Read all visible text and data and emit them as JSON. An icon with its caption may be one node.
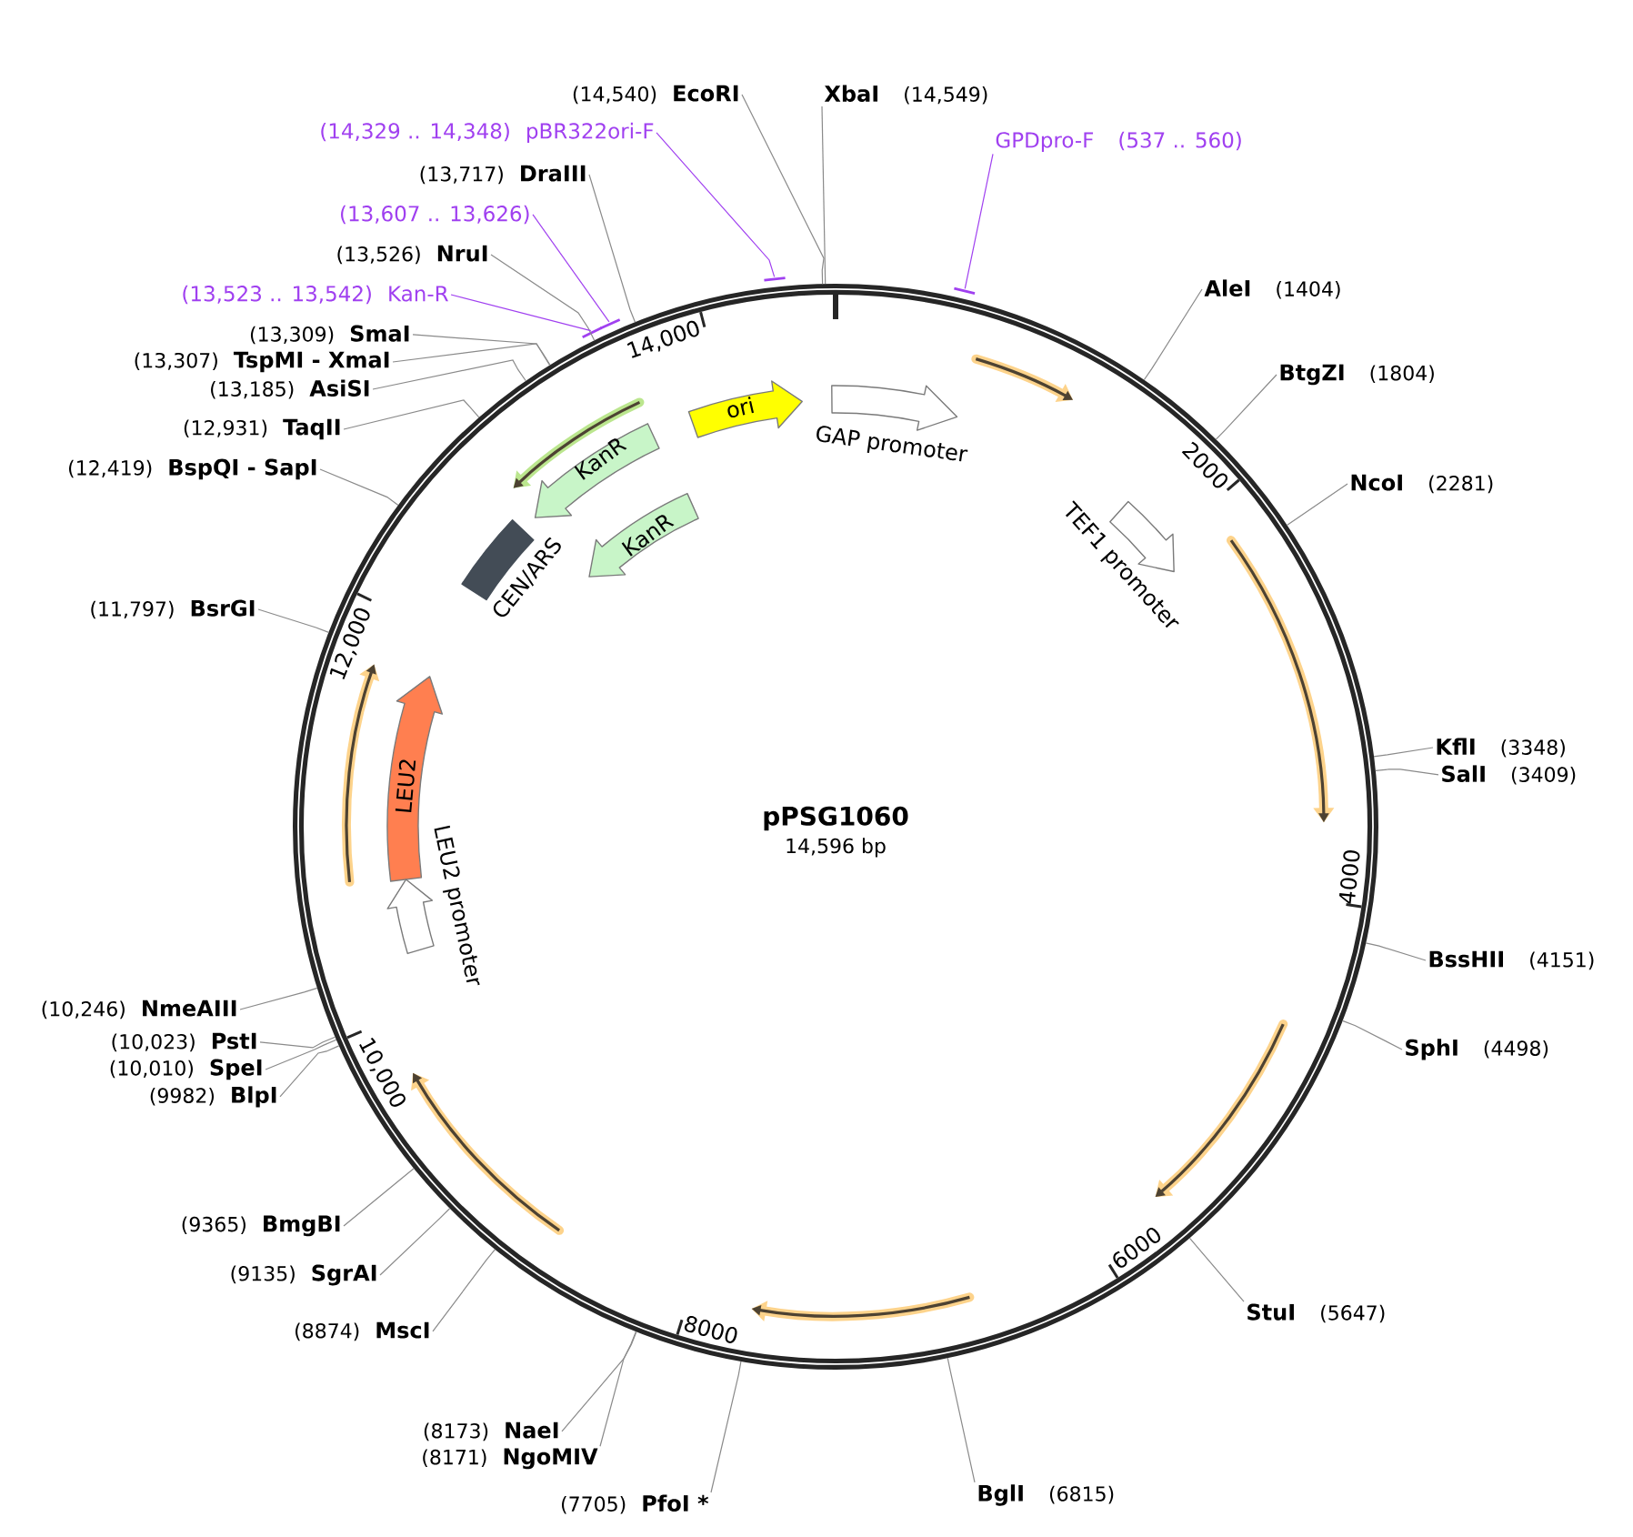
{
  "diagram": {
    "nodes": [
      {
        "text": [
          "pPSG1060",
          "14,596 bp"
        ]
      },
      {
        "text": [
          "(14,540)",
          "EcoRI"
        ]
      },
      {
        "text": [
          "XbaI",
          "(14,549)"
        ]
      },
      {
        "text": [
          "(14,329 .. 14,348)",
          "pBR322ori-F"
        ]
      },
      {
        "text": [
          "GPDpro-F",
          "(537 .. 560)"
        ]
      },
      {
        "text": [
          "(13,717)",
          "DraIII"
        ]
      },
      {
        "text": [
          "(13,607 .. 13,626)"
        ]
      },
      {
        "text": [
          "(13,526)",
          "NruI"
        ]
      },
      {
        "text": [
          "AleI",
          "(1404)"
        ]
      },
      {
        "text": [
          "(13,523 .. 13,542)",
          "Kan-R"
        ]
      },
      {
        "text": [
          "(13,309)",
          "SmaI"
        ]
      },
      {
        "text": [
          "(13,307)",
          "TspMI - XmaI"
        ]
      },
      {
        "text": [
          "BtgZI",
          "(1804)"
        ]
      },
      {
        "text": [
          "(13,185)",
          "AsiSI"
        ]
      },
      {
        "text": [
          "(12,931)",
          "TaqII"
        ]
      },
      {
        "text": [
          "(12,419)",
          "BspQI - SapI"
        ]
      },
      {
        "text": [
          "NcoI",
          "(2281)"
        ]
      },
      {
        "text": [
          "(11,797)",
          "BsrGI"
        ]
      },
      {
        "text": [
          "KflI",
          "(3348)"
        ]
      },
      {
        "text": [
          "SalI",
          "(3409)"
        ]
      },
      {
        "text": [
          "BssHII",
          "(4151)"
        ]
      },
      {
        "text": [
          "(10,246)",
          "NmeAIII"
        ]
      },
      {
        "text": [
          "(10,023)",
          "PstI"
        ]
      },
      {
        "text": [
          "SphI",
          "(4498)"
        ]
      },
      {
        "text": [
          "(10,010)",
          "SpeI"
        ]
      },
      {
        "text": [
          "(9982)",
          "BlpI"
        ]
      },
      {
        "text": [
          "(9365)",
          "BmgBI"
        ]
      },
      {
        "text": [
          "(9135)",
          "SgrAI"
        ]
      },
      {
        "text": [
          "StuI",
          "(5647)"
        ]
      },
      {
        "text": [
          "(8874)",
          "MscI"
        ]
      },
      {
        "text": [
          "(8173)",
          "NaeI"
        ]
      },
      {
        "text": [
          "(8171)",
          "NgoMIV"
        ]
      },
      {
        "text": [
          "BglI",
          "(6815)"
        ]
      },
      {
        "text": [
          "(7705)",
          "PfoI *"
        ]
      },
      {
        "text": [],
        "shape": "bar"
      },
      {
        "text": [],
        "shape": "bar"
      },
      {
        "text": [],
        "shape": "bar"
      },
      {
        "text": [],
        "shape": "bar"
      },
      {
        "text": [
          "ori"
        ],
        "in": 0
      },
      {
        "text": [
          "GAP promoter"
        ],
        "in": 0
      },
      {
        "text": [
          "TEF1 promoter"
        ],
        "in": 0
      },
      {
        "text": [
          "KanR"
        ],
        "in": 0
      },
      {
        "text": [
          "KanR"
        ],
        "in": 0
      },
      {
        "text": [
          "CEN/ARS"
        ],
        "in": 0
      },
      {
        "text": [
          "LEU2"
        ],
        "in": 0
      },
      {
        "text": [
          "LEU2 promoter"
        ],
        "in": 0
      }
    ],
    "edges": [
      {
        "from": 1,
        "to": 0,
        "arrow": "none"
      },
      {
        "from": 2,
        "to": 0,
        "arrow": "none"
      },
      {
        "from": 3,
        "to": 34,
        "arrow": "none",
        "color": "#a040f0"
      },
      {
        "from": 4,
        "to": 35,
        "arrow": "none",
        "color": "#a040f0"
      },
      {
        "from": 5,
        "to": 0,
        "arrow": "none"
      },
      {
        "from": 6,
        "to": 36,
        "arrow": "none",
        "color": "#a040f0"
      },
      {
        "from": 7,
        "to": 0,
        "arrow": "none"
      },
      {
        "from": 8,
        "to": 0,
        "arrow": "none"
      },
      {
        "from": 9,
        "to": 37,
        "arrow": "none",
        "color": "#a040f0"
      },
      {
        "from": 10,
        "to": 0,
        "arrow": "none"
      },
      {
        "from": 11,
        "to": 0,
        "arrow": "none"
      },
      {
        "from": 12,
        "to": 0,
        "arrow": "none"
      },
      {
        "from": 13,
        "to": 0,
        "arrow": "none"
      },
      {
        "from": 14,
        "to": 0,
        "arrow": "none"
      },
      {
        "from": 15,
        "to": 0,
        "arrow": "none"
      },
      {
        "from": 16,
        "to": 0,
        "arrow": "none"
      },
      {
        "from": 17,
        "to": 0,
        "arrow": "none"
      },
      {
        "from": 18,
        "to": 0,
        "arrow": "none"
      },
      {
        "from": 19,
        "to": 0,
        "arrow": "none"
      },
      {
        "from": 20,
        "to": 0,
        "arrow": "none"
      },
      {
        "from": 21,
        "to": 0,
        "arrow": "none"
      },
      {
        "from": 22,
        "to": 0,
        "arrow": "none"
      },
      {
        "from": 23,
        "to": 0,
        "arrow": "none"
      },
      {
        "from": 24,
        "to": 0,
        "arrow": "none"
      },
      {
        "from": 25,
        "to": 0,
        "arrow": "none"
      },
      {
        "from": 26,
        "to": 0,
        "arrow": "none"
      },
      {
        "from": 27,
        "to": 0,
        "arrow": "none"
      },
      {
        "from": 28,
        "to": 0,
        "arrow": "none"
      },
      {
        "from": 29,
        "to": 0,
        "arrow": "none"
      },
      {
        "from": 30,
        "to": 0,
        "arrow": "none"
      },
      {
        "from": 31,
        "to": 0,
        "arrow": "none"
      },
      {
        "from": 32,
        "to": 0,
        "arrow": "none"
      },
      {
        "from": 33,
        "to": 0,
        "arrow": "none"
      }
    ],
    "labels": [
      "14,000",
      "2000",
      "12,000",
      "4000",
      "10,000",
      "6000",
      "8000"
    ]
  }
}
